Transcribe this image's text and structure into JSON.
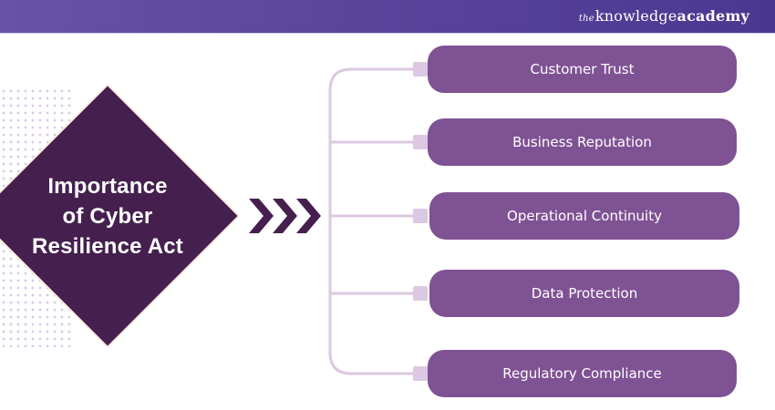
{
  "header": {
    "brand_prefix": "the",
    "brand_name_part1": "knowledge",
    "brand_name_part2": "academy"
  },
  "diagram": {
    "central_title_lines": [
      "Importance",
      "of Cyber",
      "Resilience Act"
    ],
    "items": [
      {
        "label": "Customer Trust"
      },
      {
        "label": "Business Reputation"
      },
      {
        "label": "Operational Continuity"
      },
      {
        "label": "Data Protection"
      },
      {
        "label": "Regulatory Compliance"
      }
    ],
    "colors": {
      "header_start": "#6852a7",
      "header_end": "#4a3890",
      "diamond": "#45204f",
      "diamond_border": "#fbeee0",
      "chevron": "#45204f",
      "pill": "#7f5294",
      "connector": "#dcc8e2",
      "dots": "#dcc8e6"
    }
  }
}
